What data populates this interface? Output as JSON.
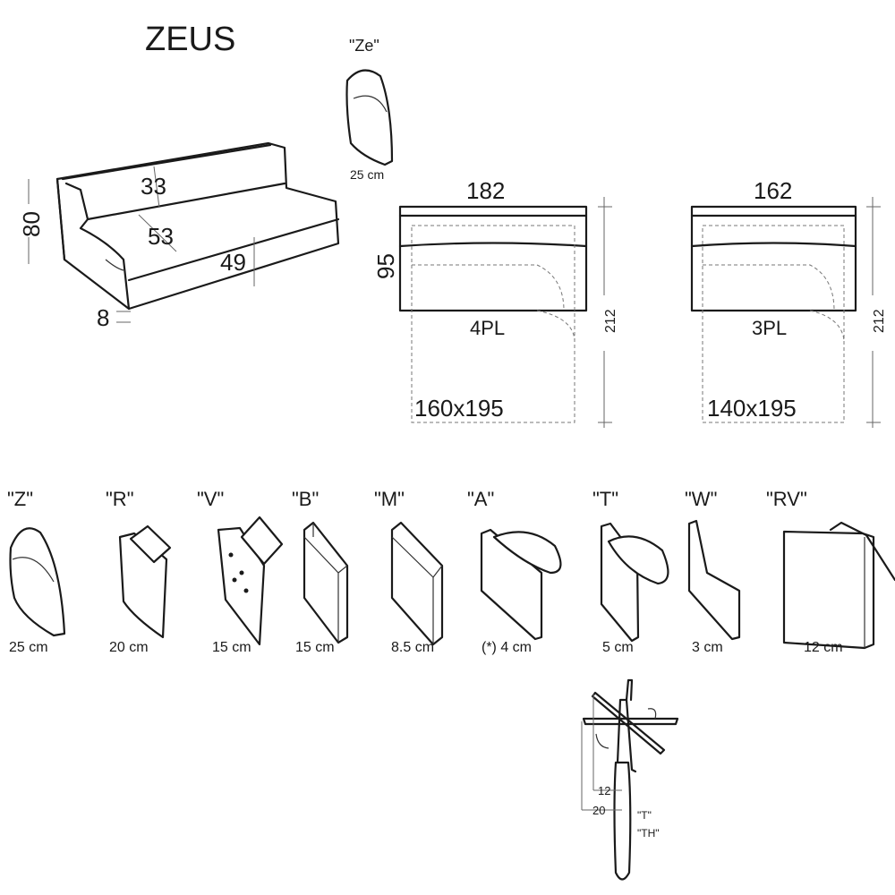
{
  "title": "ZEUS",
  "ze_armrest": {
    "code": "\"Ze\"",
    "size": "25 cm"
  },
  "sofa_dims": {
    "height": "80",
    "back": "33",
    "depth_seat": "53",
    "seat_height": "49",
    "leg": "8"
  },
  "plan_4pl": {
    "width": "182",
    "depth": "95",
    "open_length": "212",
    "name": "4PL",
    "bed": "160x195"
  },
  "plan_3pl": {
    "width": "162",
    "open_length": "212",
    "name": "3PL",
    "bed": "140x195"
  },
  "armrests": [
    {
      "code": "\"Z\"",
      "size": "25 cm"
    },
    {
      "code": "\"R\"",
      "size": "20 cm"
    },
    {
      "code": "\"V\"",
      "size": "15 cm"
    },
    {
      "code": "\"B\"",
      "size": "15 cm"
    },
    {
      "code": "\"M\"",
      "size": "8.5 cm"
    },
    {
      "code": "\"A\"",
      "size": "(*) 4 cm"
    },
    {
      "code": "\"T\"",
      "size": "5 cm"
    },
    {
      "code": "\"W\"",
      "size": "3 cm"
    },
    {
      "code": "\"RV\"",
      "size": "12 cm"
    }
  ],
  "detail": {
    "dim1": "12",
    "dim2": "20",
    "code1": "\"T\"",
    "code2": "\"TH\""
  }
}
